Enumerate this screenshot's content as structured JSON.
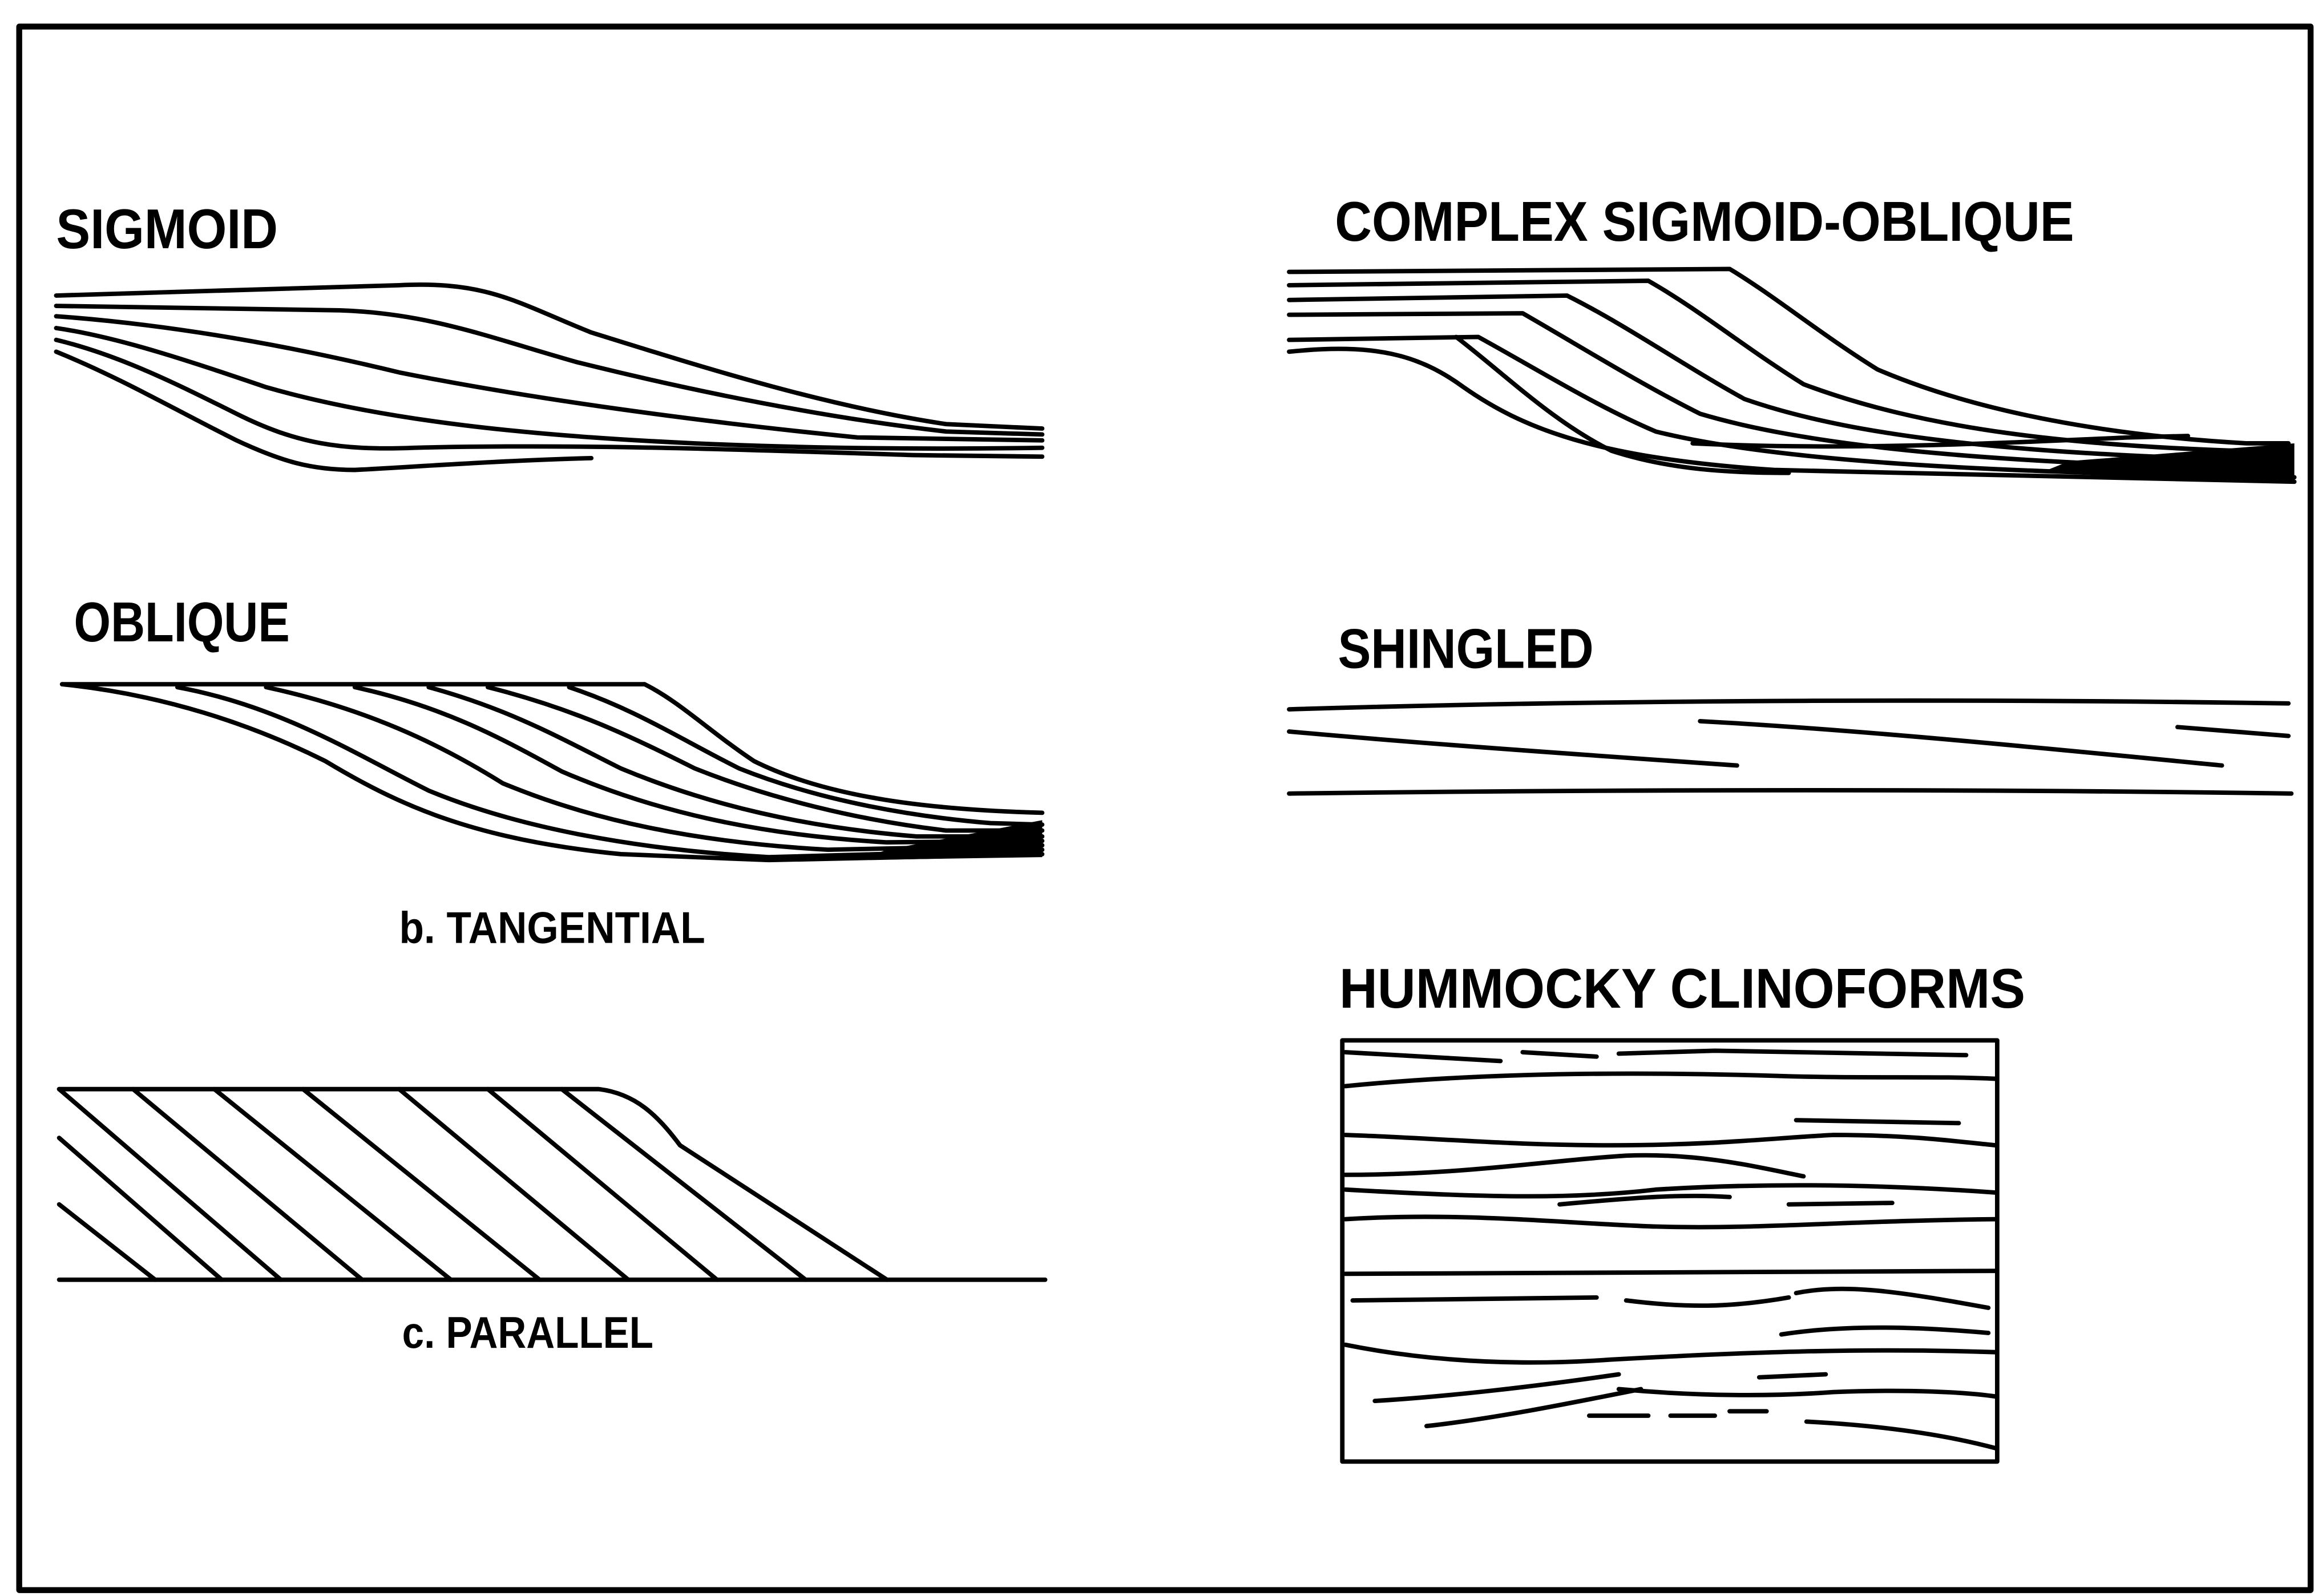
{
  "labels": {
    "sigmoid": "SIGMOID",
    "oblique": "OBLIQUE",
    "tangential": "b. TANGENTIAL",
    "parallel": "c. PARALLEL",
    "complex": "COMPLEX SIGMOID-OBLIQUE",
    "shingled": "SHINGLED",
    "hummocky": "HUMMOCKY CLINOFORMS"
  },
  "colors": {
    "ink": "#000000",
    "paper": "#ffffff"
  }
}
